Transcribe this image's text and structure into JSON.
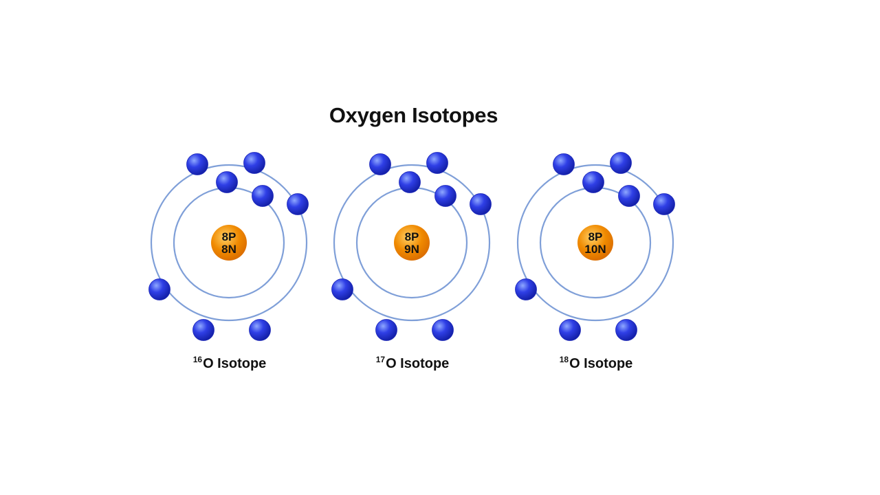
{
  "title": "Oxygen Isotopes",
  "colors": {
    "orbit": "#7f9fd8",
    "electron": "#2f3fe6",
    "electron_highlight": "#8fa8ff",
    "nucleus": "#f08a00",
    "nucleus_highlight": "#ffd066"
  },
  "isotopes": [
    {
      "protons": "8P",
      "neutrons": "8N",
      "mass_number": "16",
      "label": "O Isotope"
    },
    {
      "protons": "8P",
      "neutrons": "9N",
      "mass_number": "17",
      "label": "O Isotope"
    },
    {
      "protons": "8P",
      "neutrons": "10N",
      "mass_number": "18",
      "label": "O Isotope"
    }
  ]
}
